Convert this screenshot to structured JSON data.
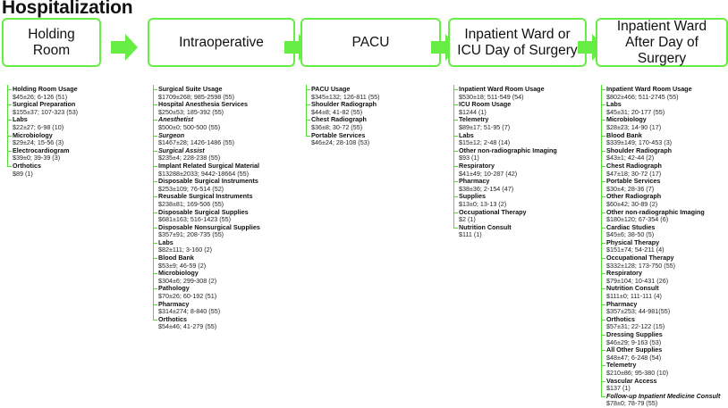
{
  "title": "Hospitalization",
  "accent_color": "#66ee44",
  "arrow_icon": "right-arrow-icon",
  "stages": [
    {
      "label": "Holding Room",
      "items": [
        {
          "name": "Holding Room Usage",
          "value": "$45±26; 6-126 (51)"
        },
        {
          "name": "Surgical Preparation",
          "value": "$155±37; 107-323 (53)"
        },
        {
          "name": "Labs",
          "value": "$22±27; 6-98 (10)"
        },
        {
          "name": "Microbiology",
          "value": "$29±24; 15-56 (3)"
        },
        {
          "name": "Electrocardiogram",
          "value": "$39±0; 39-39 (3)"
        },
        {
          "name": "Orthotics",
          "value": "$89 (1)"
        }
      ]
    },
    {
      "label": "Intraoperative",
      "items": [
        {
          "name": "Surgical Suite Usage",
          "value": "$1709±268; 985-2598 (55)"
        },
        {
          "name": "Hospital Anesthesia Services",
          "value": "$250±53; 185-392 (55)"
        },
        {
          "name": "Anesthetist",
          "value": "$500±0; 500-500 (55)",
          "italic": true
        },
        {
          "name": "Surgeon",
          "value": "$1467±28; 1426-1486 (55)",
          "italic": true
        },
        {
          "name": "Surgical Assist",
          "value": "$235±4; 228-238 (55)",
          "italic": true
        },
        {
          "name": "Implant Related Surgical Material",
          "value": "$13288±2033; 9442-18664 (55)"
        },
        {
          "name": "Disposable Surgical Instruments",
          "value": "$253±109; 76-514 (52)"
        },
        {
          "name": "Reusable Surgical Instruments",
          "value": "$238±81; 169-506 (55)"
        },
        {
          "name": "Disposable Surgical Supplies",
          "value": "$681±163; 516-1423 (55)"
        },
        {
          "name": "Disposable Nonsurgical Supplies",
          "value": "$357±91; 208-735 (55)"
        },
        {
          "name": "Labs",
          "value": "$82±111; 3-160 (2)"
        },
        {
          "name": "Blood Bank",
          "value": "$53±9; 46-59 (2)"
        },
        {
          "name": "Microbiology",
          "value": "$304±6; 299-308 (2)"
        },
        {
          "name": "Pathology",
          "value": "$70±26; 60-192 (51)"
        },
        {
          "name": "Pharmacy",
          "value": "$314±274; 8-840 (55)"
        },
        {
          "name": "Orthotics",
          "value": "$54±46; 41-279 (55)"
        }
      ]
    },
    {
      "label": "PACU",
      "items": [
        {
          "name": "PACU Usage",
          "value": "$345±132; 126-811 (55)"
        },
        {
          "name": "Shoulder Radiograph",
          "value": "$44±8; 41-82 (55)"
        },
        {
          "name": "Chest Radiograph",
          "value": "$36±8; 30-72 (55)"
        },
        {
          "name": "Portable Services",
          "value": "$46±24; 28-108 (53)"
        }
      ]
    },
    {
      "label": "Inpatient Ward or ICU Day of Surgery",
      "items": [
        {
          "name": "Inpatient Ward Room Usage",
          "value": "$530±18; 511-549 (54)"
        },
        {
          "name": "ICU Room Usage",
          "value": "$1244 (1)"
        },
        {
          "name": "Telemetry",
          "value": "$89±17; 51-95 (7)"
        },
        {
          "name": "Labs",
          "value": "$15±12; 2-48 (14)"
        },
        {
          "name": "Other non-radiographic Imaging",
          "value": "$93 (1)"
        },
        {
          "name": "Respiratory",
          "value": "$41±49; 10-287 (42)"
        },
        {
          "name": "Pharmacy",
          "value": "$38±36; 2-154 (47)"
        },
        {
          "name": "Supplies",
          "value": "$13±0; 13-13 (2)"
        },
        {
          "name": "Occupational Therapy",
          "value": "$2 (1)"
        },
        {
          "name": "Nutrition Consult",
          "value": "$111 (1)"
        }
      ]
    },
    {
      "label": "Inpatient Ward After Day of Surgery",
      "items": [
        {
          "name": "Inpatient Ward Room Usage",
          "value": "$802±466; 511-2745 (55)"
        },
        {
          "name": "Labs",
          "value": "$45±31; 20-177 (55)"
        },
        {
          "name": "Microbiology",
          "value": "$28±23; 14-90 (17)"
        },
        {
          "name": "Blood Bank",
          "value": "$339±149; 170-453 (3)"
        },
        {
          "name": "Shoulder Radiograph",
          "value": "$43±1; 42-44 (2)"
        },
        {
          "name": "Chest Radiograph",
          "value": "$47±18; 30-72 (17)"
        },
        {
          "name": "Portable Services",
          "value": "$30±4; 28-36 (7)"
        },
        {
          "name": "Other Radiograph",
          "value": "$60±42; 30-89 (2)"
        },
        {
          "name": "Other non-radiographic Imaging",
          "value": "$180±120; 67-354 (6)"
        },
        {
          "name": "Cardiac Studies",
          "value": "$45±6; 38-50 (5)"
        },
        {
          "name": "Physical Therapy",
          "value": "$151±74; 54-211 (4)"
        },
        {
          "name": "Occupational Therapy",
          "value": "$332±128; 173-750 (55)"
        },
        {
          "name": "Respiratory",
          "value": "$79±104; 10-431 (26)"
        },
        {
          "name": "Nutrition Consult",
          "value": "$111±0; 111-111 (4)"
        },
        {
          "name": "Pharmacy",
          "value": "$357±253; 44-981(55)"
        },
        {
          "name": "Orthotics",
          "value": "$57±31; 22-122 (15)"
        },
        {
          "name": "Dressing Supplies",
          "value": "$46±29; 9-163 (53)"
        },
        {
          "name": "All Other Supplies",
          "value": "$48±47; 6-248 (54)"
        },
        {
          "name": "Telemetry",
          "value": "$210±86; 95-380 (10)"
        },
        {
          "name": "Vascular Access",
          "value": "$137 (1)"
        },
        {
          "name": "Follow-up Inpatient Medicine Consult",
          "value": "$78±0; 78-79 (55)",
          "italic": true
        }
      ]
    }
  ]
}
